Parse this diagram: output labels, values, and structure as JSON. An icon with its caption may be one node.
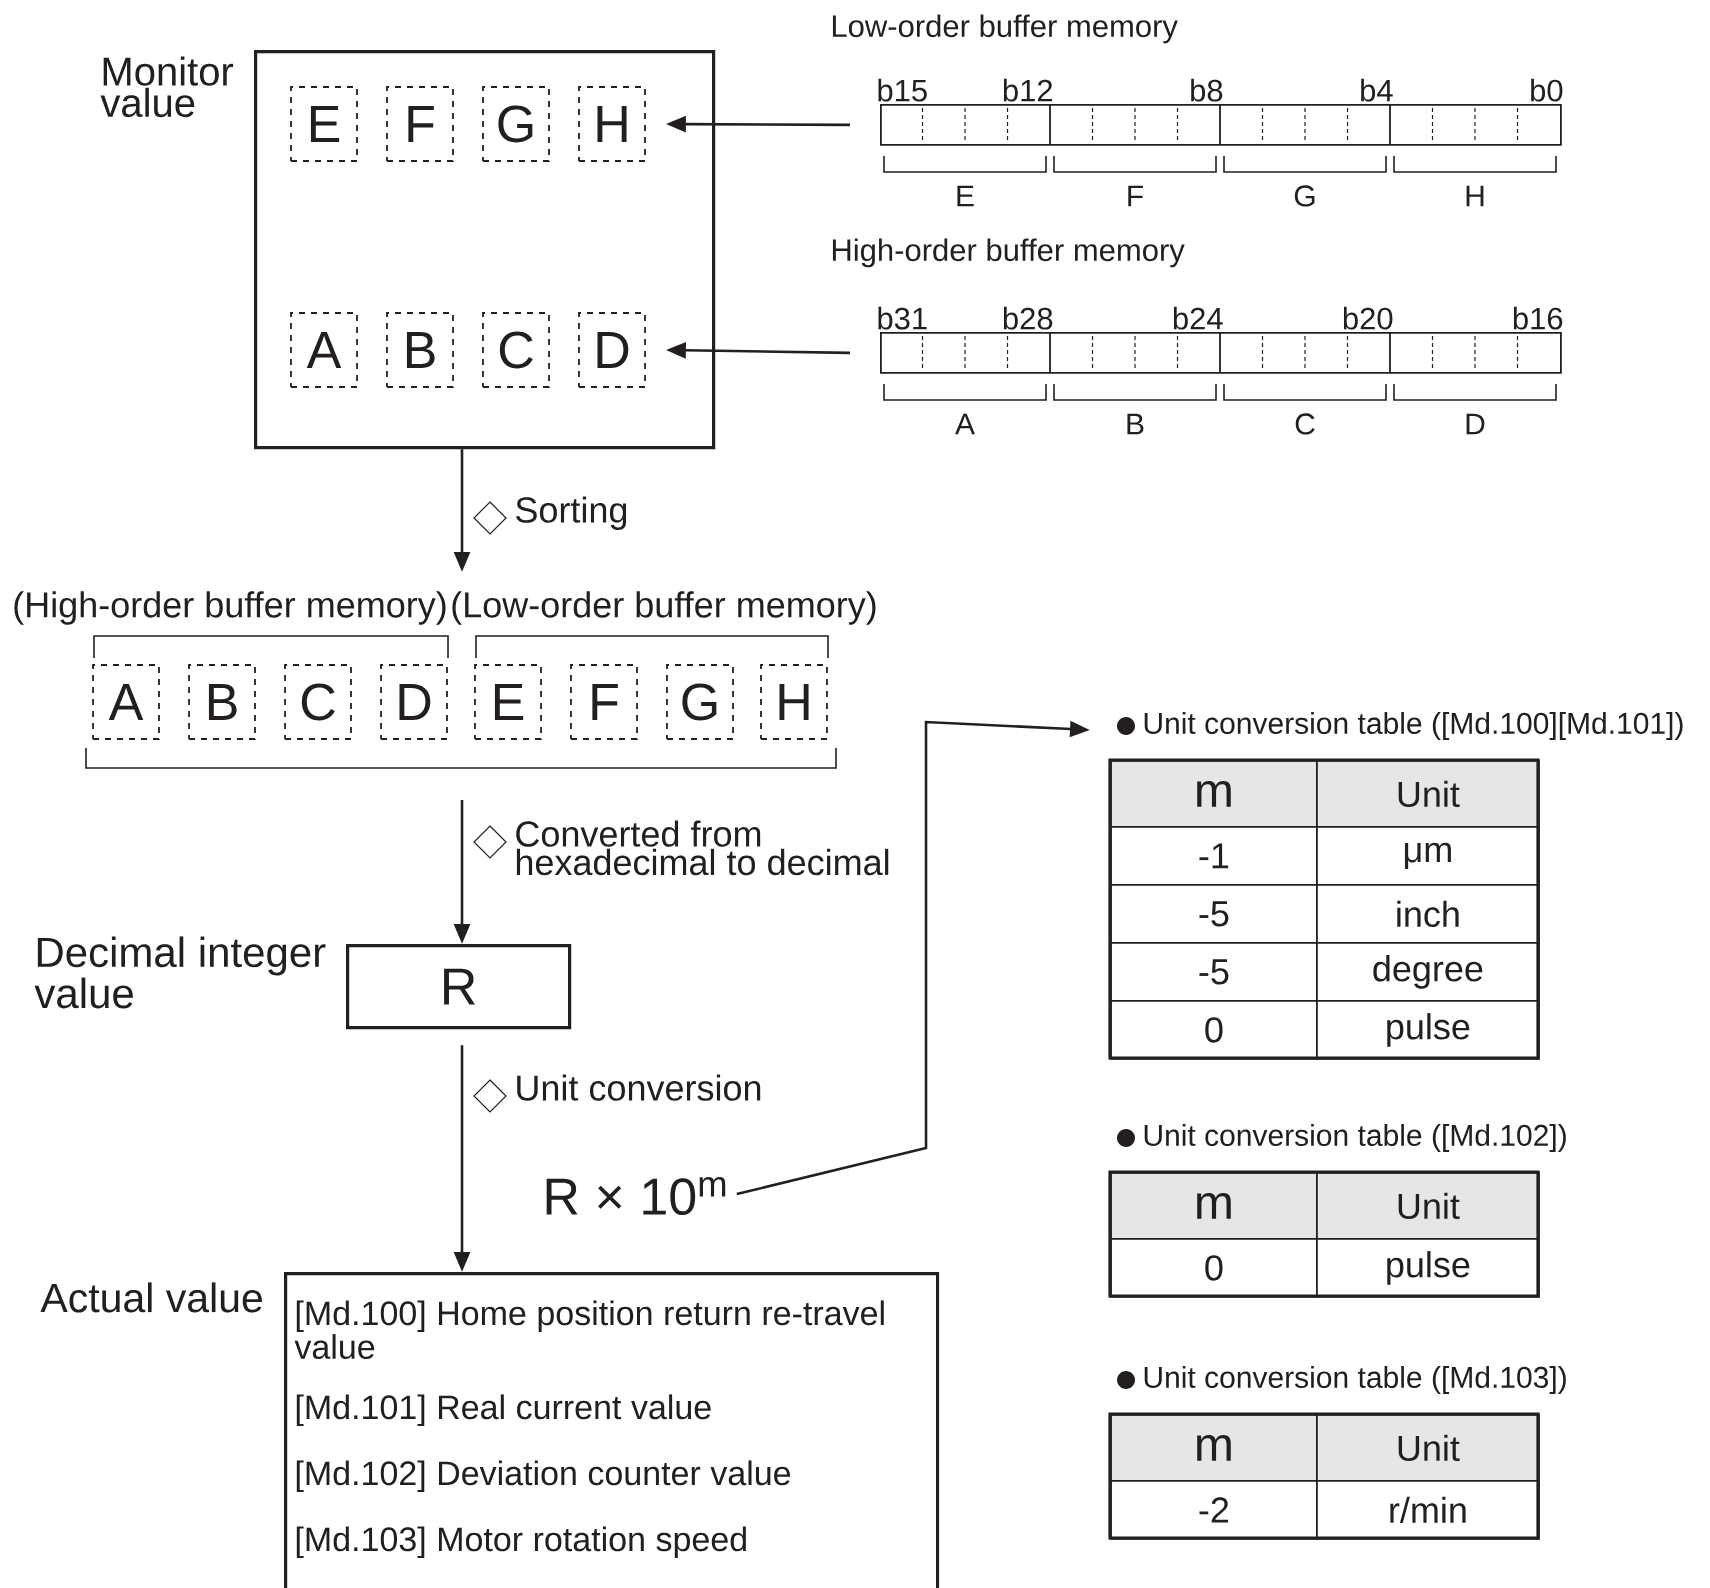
{
  "diagram": {
    "nodes": [
      {
        "text": [
          "Monitor value"
        ]
      },
      {
        "text": [
          "E"
        ],
        "in": 0
      },
      {
        "text": [
          "F"
        ],
        "in": 0
      },
      {
        "text": [
          "G"
        ],
        "in": 0
      },
      {
        "text": [
          "H"
        ],
        "in": 0
      },
      {
        "text": [
          "A"
        ],
        "in": 0
      },
      {
        "text": [
          "B"
        ],
        "in": 0
      },
      {
        "text": [
          "C"
        ],
        "in": 0
      },
      {
        "text": [
          "D"
        ],
        "in": 0
      },
      {
        "text": [
          "Low-order buffer memory"
        ],
        "beside": [
          "b15",
          "b12",
          "b8",
          "b4",
          "b0"
        ]
      },
      {
        "text": [
          "High-order buffer memory"
        ],
        "beside": [
          "b31",
          "b28",
          "b24",
          "b20",
          "b16"
        ]
      },
      {
        "text": [
          "A"
        ]
      },
      {
        "text": [
          "B"
        ]
      },
      {
        "text": [
          "C"
        ]
      },
      {
        "text": [
          "D"
        ]
      },
      {
        "text": [
          "E"
        ]
      },
      {
        "text": [
          "F"
        ]
      },
      {
        "text": [
          "G"
        ]
      },
      {
        "text": [
          "H"
        ]
      },
      {
        "text": [
          "Decimal integer value",
          "R"
        ]
      },
      {
        "text": [
          "Actual value",
          "[Md.100] Home position return re-travel value",
          "[Md.101] Real current value",
          "[Md.102] Deviation counter value",
          "[Md.103] Motor rotation speed"
        ]
      },
      {
        "text": [
          "R × 10$^{m}$"
        ]
      },
      {
        "text": [
          "Unit conversion table ([Md.100][Md.101])",
          "m",
          "Unit",
          "-1",
          "μm",
          "-5",
          "inch",
          "-5",
          "degree",
          "0",
          "pulse"
        ]
      },
      {
        "text": [
          "Unit conversion table ([Md.102])",
          "m",
          "Unit",
          "0",
          "pulse"
        ]
      },
      {
        "text": [
          "Unit conversion table ([Md.103])",
          "m",
          "Unit",
          "-2",
          "r/min"
        ]
      }
    ],
    "edges": [
      {
        "from": 0,
        "to": null,
        "arrow": "to",
        "label": "Sorting"
      },
      {
        "from": null,
        "to": 19,
        "arrow": "to",
        "label": "Converted from hexadecimal to decimal"
      },
      {
        "from": 19,
        "to": 20,
        "arrow": "to",
        "label": "Unit conversion"
      },
      {
        "from": 21,
        "to": 22,
        "arrow": "to"
      },
      {
        "from": 9,
        "to": 4,
        "arrow": "to"
      },
      {
        "from": 10,
        "to": 8,
        "arrow": "to"
      }
    ],
    "labels": [
      "E",
      "F",
      "G",
      "H",
      "A",
      "B",
      "C",
      "D",
      "(High-order buffer memory)",
      "(Low-order buffer memory)"
    ]
  }
}
